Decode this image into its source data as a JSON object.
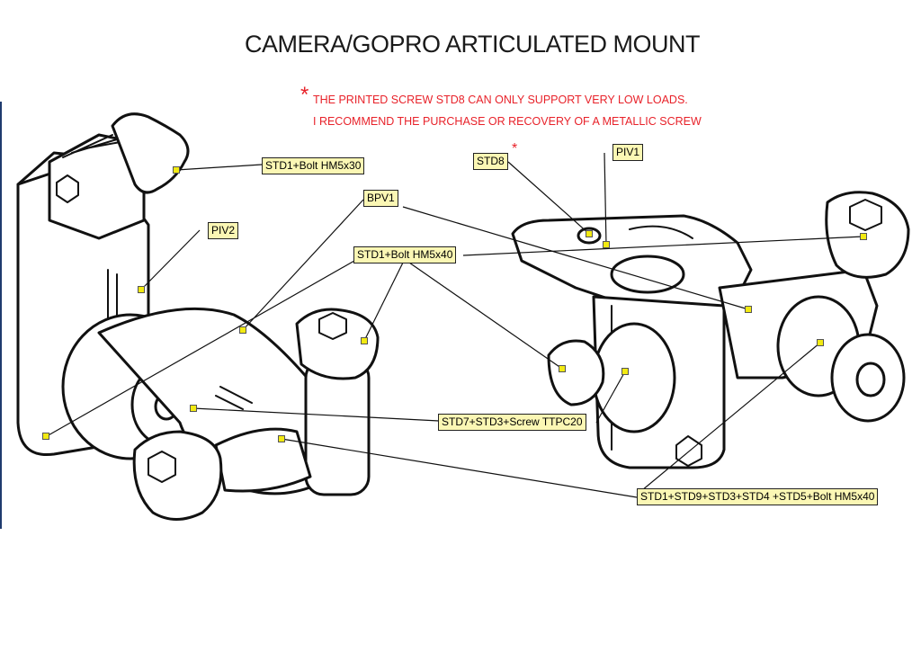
{
  "title": "CAMERA/GOPRO ARTICULATED MOUNT",
  "note": {
    "asterisk": "*",
    "line1": "THE PRINTED SCREW STD8 CAN ONLY SUPPORT VERY LOW LOADS.",
    "line2": "I RECOMMEND THE PURCHASE OR RECOVERY OF A METALLIC SCREW"
  },
  "callouts": {
    "std1_bolt_hm5x30": "STD1+Bolt HM5x30",
    "piv2": "PIV2",
    "bpv1": "BPV1",
    "std1_bolt_hm5x40": "STD1+Bolt HM5x40",
    "std8": "STD8",
    "std8_asterisk": "*",
    "piv1": "PIV1",
    "std7_std3_screw": "STD7+STD3+Screw TTPC20",
    "std1_std9_bolt": "STD1+STD9+STD3+STD4 +STD5+Bolt HM5x40"
  },
  "colors": {
    "note_red": "#e8222a",
    "callout_fill": "#fbf7b4",
    "anchor_yellow": "#f2ea12",
    "frame_blue": "#1f3b6e"
  }
}
